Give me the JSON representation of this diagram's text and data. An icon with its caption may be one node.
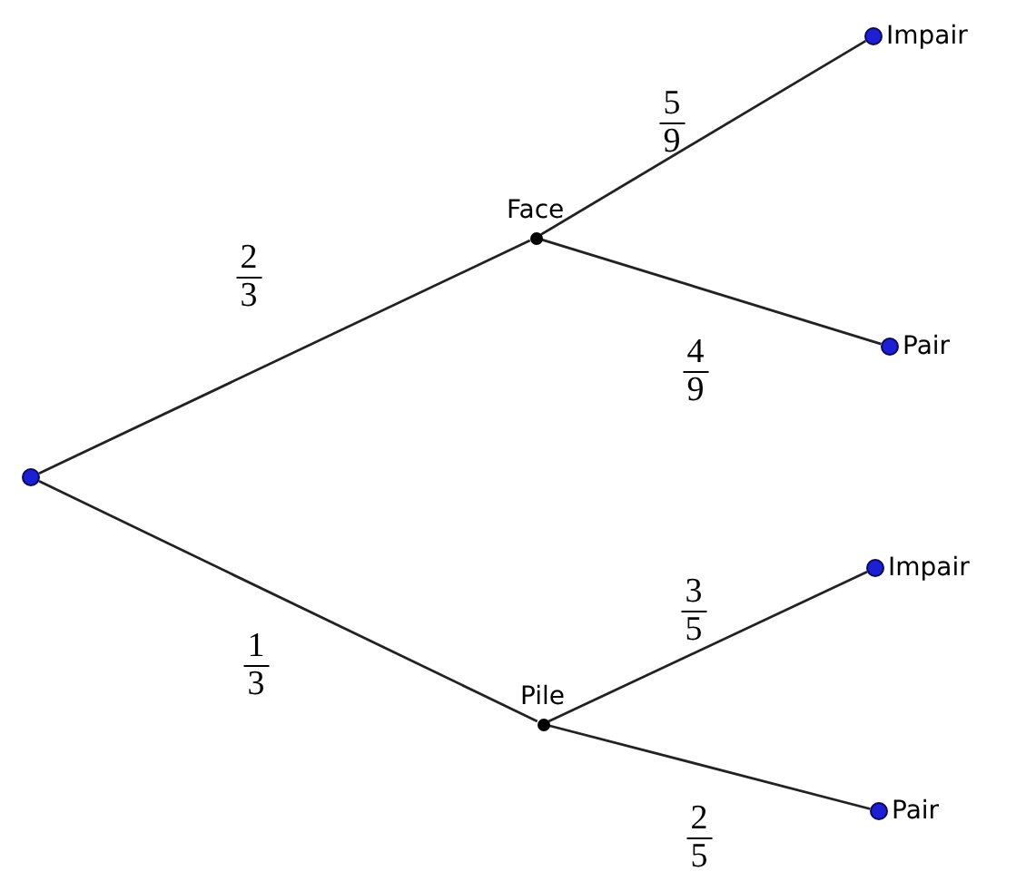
{
  "diagram": {
    "nodes": [
      {
        "text": [],
        "shape": "circle"
      },
      {
        "text": [
          "Face"
        ]
      },
      {
        "text": [
          "Pile"
        ]
      },
      {
        "text": [
          "Impair"
        ]
      },
      {
        "text": [
          "Pair"
        ]
      },
      {
        "text": [
          "Impair"
        ]
      },
      {
        "text": [
          "Pair"
        ]
      }
    ],
    "edges": [
      {
        "from": 0,
        "to": 1,
        "arrow": "none",
        "label": "2/3"
      },
      {
        "from": 0,
        "to": 2,
        "arrow": "none",
        "label": "1/3"
      },
      {
        "from": 1,
        "to": 3,
        "arrow": "none",
        "label": "5/9"
      },
      {
        "from": 1,
        "to": 4,
        "arrow": "none",
        "label": "4/9"
      },
      {
        "from": 2,
        "to": 5,
        "arrow": "none",
        "label": "3/5"
      },
      {
        "from": 2,
        "to": 6,
        "arrow": "none",
        "label": "2/5"
      }
    ]
  }
}
